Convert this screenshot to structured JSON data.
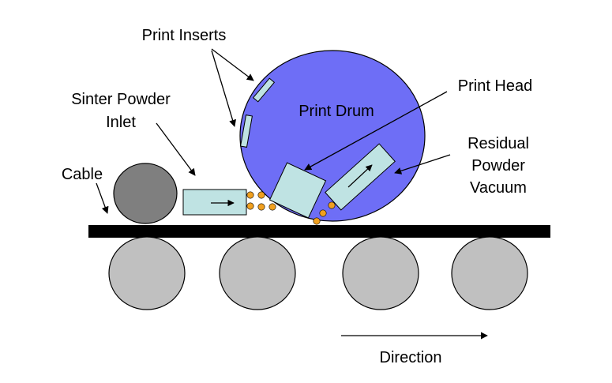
{
  "labels": {
    "print_inserts": "Print Inserts",
    "sinter_line1": "Sinter Powder",
    "sinter_line2": "Inlet",
    "cable": "Cable",
    "print_drum": "Print Drum",
    "print_head": "Print Head",
    "residual_line1": "Residual",
    "residual_line2": "Powder",
    "residual_line3": "Vacuum",
    "direction": "Direction"
  },
  "colors": {
    "drum": "#6e6ef6",
    "cable": "#7f7f7f",
    "roller": "#c0c0c0",
    "boxes": "#bfe3e3",
    "powder": "#f0a020",
    "belt": "#000000"
  }
}
